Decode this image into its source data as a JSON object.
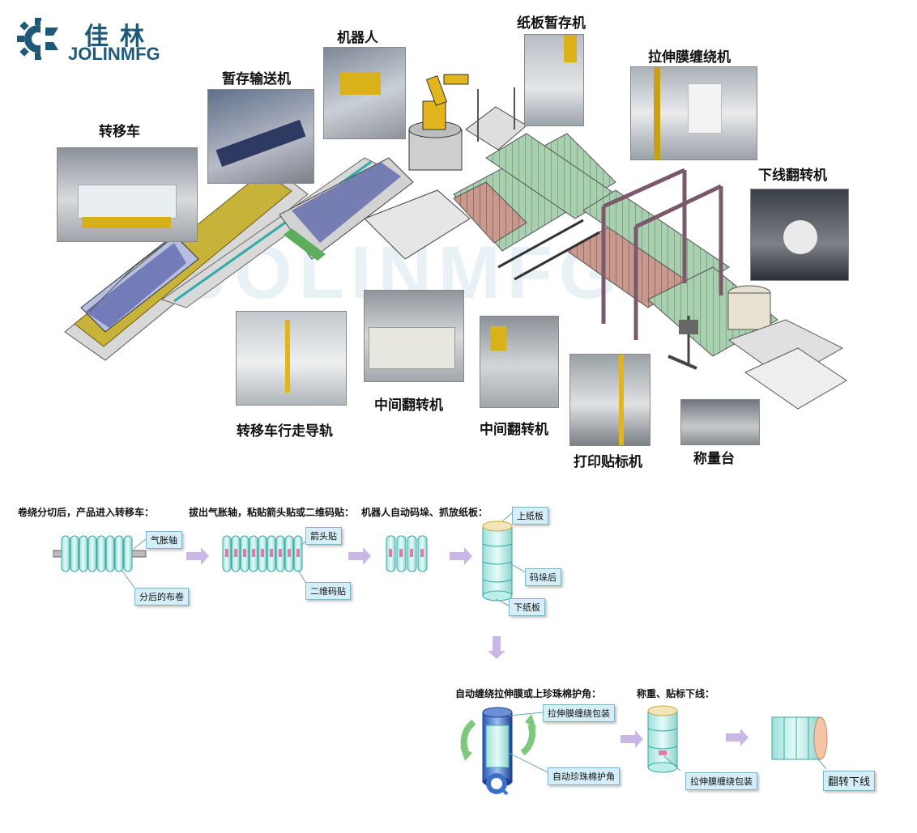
{
  "logo": {
    "cn": "佳林",
    "en": "JOLINMFG"
  },
  "watermark": "JOLINMFG",
  "machines": {
    "robot": "机器人",
    "board_buffer": "纸板暂存机",
    "wrapper": "拉伸膜缠绕机",
    "buffer_conveyor": "暂存输送机",
    "transfer_car": "转移车",
    "offline_turner": "下线翻转机",
    "guide_rail": "转移车行走导轨",
    "mid_turner_1": "中间翻转机",
    "mid_turner_2": "中间翻转机",
    "label_printer": "打印贴标机",
    "weigher": "称量台"
  },
  "flow": {
    "step1": {
      "title": "卷绕分切后，产品进入转移车：",
      "callout_shaft": "气胀轴",
      "callout_rolls": "分后的布卷"
    },
    "step2": {
      "title": "拔出气胀轴，粘贴箭头贴或二维码贴：",
      "callout_arrow": "箭头贴",
      "callout_qr": "二维码贴"
    },
    "step3": {
      "title": "机器人自动码垛、抓放纸板：",
      "callout_top": "上纸板",
      "callout_stacked": "码垛后",
      "callout_bottom": "下纸板"
    },
    "step4": {
      "title": "自动缠绕拉伸膜或上珍珠棉护角：",
      "callout_wrap": "拉伸膜缠绕包装",
      "callout_corner": "自动珍珠棉护角"
    },
    "step5": {
      "title": "称重、贴标下线：",
      "callout_wrap": "拉伸膜缠绕包装",
      "callout_off": "翻转下线"
    }
  },
  "colors": {
    "brand": "#1e5a78",
    "roll_fill": "#bfeee9",
    "roll_stroke": "#3aa7a2",
    "arrow": "#c9b8e6",
    "callout_bg": "#d6eef8"
  }
}
